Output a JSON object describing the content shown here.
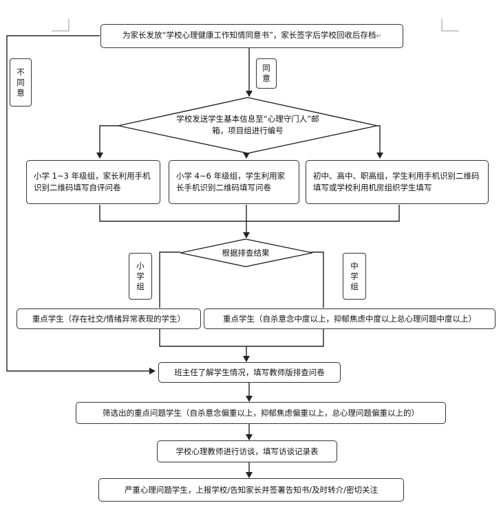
{
  "nodes": {
    "start": "为家长发放“学校心理健康工作知情同意书”，家长签字后学校回收后存档",
    "decision_send": "学校发送学生基本信息至“心理守门人”邮箱，项目组进行编号",
    "primary_low": "小学 1~3 年级组，家长利用手机识别二维码填写自评问卷",
    "primary_high": "小学 4~6 年级组，学生利用家长手机识别二维码填写问卷",
    "secondary": "初中、高中、职高组，学生利用手机识别二维码填写或学校利用机房组织学生填写",
    "decision_result": "根据排查结果",
    "focus_primary": "重点学生（存在社交/情绪异常表现的学生）",
    "focus_secondary": "重点学生（自杀意念中度以上，抑郁焦虑中度以上总心理问题中度以上）",
    "teacher_check": "班主任了解学生情况，填写教师版排查问卷",
    "screen": "筛选出的重点问题学生（自杀意念偏重以上，抑郁焦虑偏重以上，总心理问题偏重以上的）",
    "interview": "学校心理教师进行访谈，填写访谈记录表",
    "report": "严重心理问题学生，上报学校/告知家长并签署告知书/及时转介/密切关注"
  },
  "labels": {
    "disagree": [
      "不",
      "同",
      "意"
    ],
    "agree": [
      "同",
      "意"
    ],
    "primary_group": [
      "小",
      "学",
      "组"
    ],
    "secondary_group": [
      "中",
      "学",
      "组"
    ]
  },
  "marks": {
    "paragraph": "↵"
  }
}
